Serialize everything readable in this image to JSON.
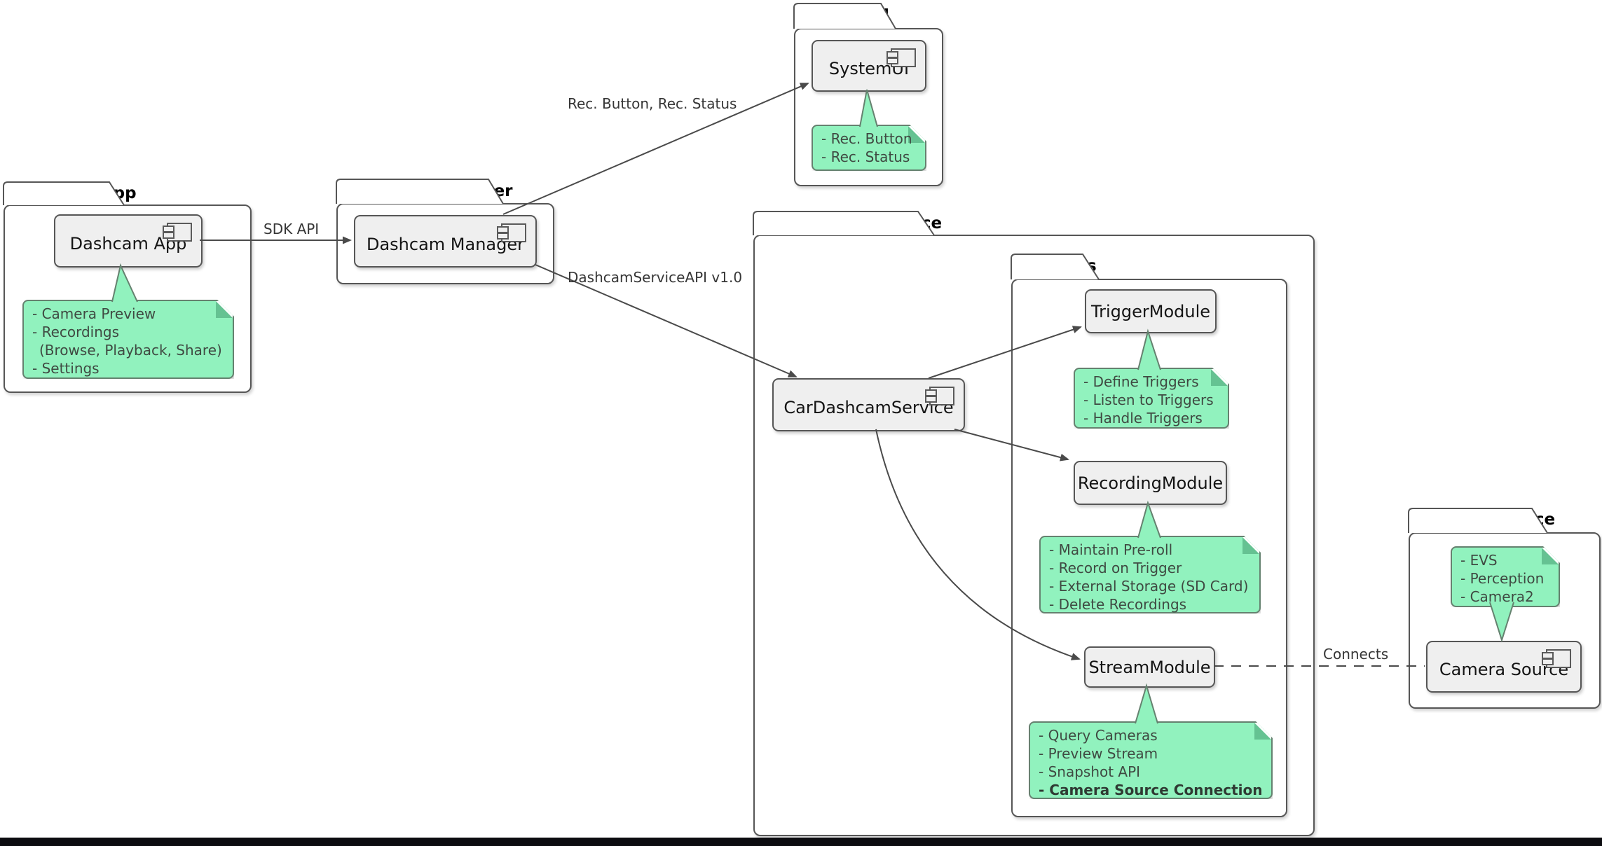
{
  "diagram": {
    "packages": {
      "dashcam_app": {
        "label": "Dashcam App"
      },
      "dashcam_manager": {
        "label": "Dashcam Manager"
      },
      "systemui": {
        "label": "SystemUI"
      },
      "car_dashcam_service": {
        "label": "CarDashcamService"
      },
      "modules": {
        "label": "Modules"
      },
      "camera_source": {
        "label": "Camera Source"
      }
    },
    "components": {
      "dashcam_app": "Dashcam App",
      "dashcam_manager": "Dashcam Manager",
      "systemui": "SystemUI",
      "car_dashcam_service": "CarDashcamService",
      "trigger_module": "TriggerModule",
      "recording_module": "RecordingModule",
      "stream_module": "StreamModule",
      "camera_source": "Camera Source"
    },
    "notes": {
      "app": {
        "lines": [
          "- Camera Preview",
          "- Recordings",
          "(Browse, Playback, Share)",
          "- Settings"
        ]
      },
      "systemui": {
        "lines": [
          "- Rec. Button",
          "- Rec. Status"
        ]
      },
      "trigger": {
        "lines": [
          "- Define Triggers",
          "- Listen to Triggers",
          "- Handle Triggers"
        ]
      },
      "recording": {
        "lines": [
          "- Maintain Pre-roll",
          "- Record on Trigger",
          "- External Storage (SD Card)",
          "- Delete Recordings"
        ]
      },
      "stream": {
        "lines": [
          "- Query Cameras",
          "- Preview Stream",
          "- Snapshot API",
          "- Camera Source Connection"
        ]
      },
      "camera": {
        "lines": [
          "- EVS",
          "- Perception",
          "- Camera2"
        ]
      }
    },
    "edge_labels": {
      "sdk_api": "SDK API",
      "rec_button_status": "Rec. Button, Rec. Status",
      "dashcam_service_api": "DashcamServiceAPI v1.0",
      "connects": "Connects"
    },
    "colors": {
      "note_fill": "#91F2BE",
      "note_border": "#65816F",
      "box_fill": "#EFEFEF",
      "border": "#565656",
      "line": "#4A4A4A"
    }
  }
}
